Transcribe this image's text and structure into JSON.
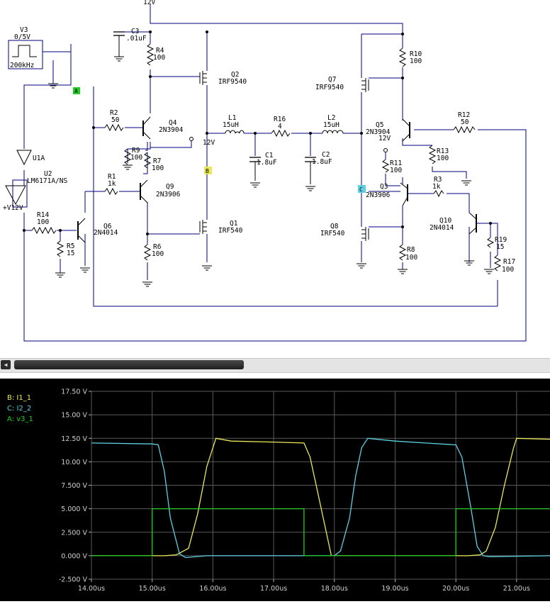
{
  "schematic": {
    "supply_label": "12V",
    "source": {
      "name": "V3",
      "levels": "0/5V",
      "freq": "200kHz"
    },
    "probes": [
      "A",
      "B",
      "C"
    ],
    "components": {
      "C3": {
        "name": "C3",
        "value": ".01uF"
      },
      "R4": {
        "name": "R4",
        "value": "100"
      },
      "Q2": {
        "name": "Q2",
        "part": "IRF9540"
      },
      "R2": {
        "name": "R2",
        "value": "50"
      },
      "Q4": {
        "name": "Q4",
        "part": "2N3904"
      },
      "R9": {
        "name": "R9",
        "value": "100"
      },
      "R7": {
        "name": "R7",
        "value": "100"
      },
      "R1": {
        "name": "R1",
        "value": "1k"
      },
      "Q9": {
        "name": "Q9",
        "part": "2N3906"
      },
      "U1A": {
        "name": "U1A"
      },
      "U2": {
        "name": "U2",
        "part": "LM6171A/NS"
      },
      "U2_supply": "+V12V",
      "R14": {
        "name": "R14",
        "value": "100"
      },
      "Q6": {
        "name": "Q6",
        "part": "2N4014"
      },
      "R5": {
        "name": "R5",
        "value": "15"
      },
      "R6": {
        "name": "R6",
        "value": "100"
      },
      "Q1": {
        "name": "Q1",
        "part": "IRF540"
      },
      "L1": {
        "name": "L1",
        "value": "15uH"
      },
      "R16": {
        "name": "R16",
        "value": "4"
      },
      "L2": {
        "name": "L2",
        "value": "15uH"
      },
      "C1": {
        "name": "C1",
        "value": "1.8uF"
      },
      "C2": {
        "name": "C2",
        "value": "1.8uF"
      },
      "Q7": {
        "name": "Q7",
        "part": "IRF9540"
      },
      "R10": {
        "name": "R10",
        "value": "100"
      },
      "Q5": {
        "name": "Q5",
        "part": "2N3904"
      },
      "R12": {
        "name": "R12",
        "value": "50"
      },
      "R13": {
        "name": "R13",
        "value": "100"
      },
      "R11": {
        "name": "R11",
        "value": "100"
      },
      "Q3": {
        "name": "Q3",
        "part": "2N3906"
      },
      "R3": {
        "name": "R3",
        "value": "1k"
      },
      "Q8": {
        "name": "Q8",
        "part": "IRF540"
      },
      "R8": {
        "name": "R8",
        "value": "100"
      },
      "Q10": {
        "name": "Q10",
        "part": "2N4014"
      },
      "R19": {
        "name": "R19",
        "value": "15"
      },
      "R17": {
        "name": "R17",
        "value": "100"
      }
    }
  },
  "colors": {
    "B": "#e8e85a",
    "C": "#5fd0e0",
    "A": "#22cc22",
    "grid": "#5a5a5a",
    "axis_text": "#d0d0d0",
    "wire": "#00007f"
  },
  "chart_data": {
    "type": "line",
    "title": "",
    "xlabel": "",
    "ylabel": "",
    "xlim": [
      14.0,
      21.55
    ],
    "ylim": [
      -2.5,
      17.5
    ],
    "grid": true,
    "legend_position": "top-left",
    "x_ticks": [
      "14.00us",
      "15.00us",
      "16.00us",
      "17.00us",
      "18.00us",
      "19.00us",
      "20.00us",
      "21.00us"
    ],
    "x_tick_values": [
      14,
      15,
      16,
      17,
      18,
      19,
      20,
      21
    ],
    "y_ticks": [
      "17.50 V",
      "15.00 V",
      "12.50 V",
      "10.00 V",
      "7.500 V",
      "5.000 V",
      "2.500 V",
      "0.000 V",
      "-2.500 V"
    ],
    "y_tick_values": [
      17.5,
      15,
      12.5,
      10,
      7.5,
      5,
      2.5,
      0,
      -2.5
    ],
    "series": [
      {
        "name": "B: I1_1",
        "key": "B",
        "x": [
          14.0,
          15.0,
          15.2,
          15.4,
          15.6,
          15.75,
          15.9,
          16.05,
          16.3,
          17.0,
          17.5,
          17.6,
          17.75,
          17.9,
          17.95,
          18.1,
          18.5,
          19.0,
          19.5,
          20.0,
          20.2,
          20.4,
          20.5,
          20.65,
          20.8,
          20.95,
          21.0,
          21.55
        ],
        "y": [
          0.0,
          0.0,
          0.0,
          0.1,
          0.8,
          4.5,
          9.5,
          12.5,
          12.2,
          12.1,
          12.0,
          10.5,
          6.0,
          1.5,
          0.0,
          0.0,
          0.0,
          0.0,
          0.0,
          0.0,
          0.0,
          0.1,
          0.5,
          3.0,
          7.5,
          11.5,
          12.5,
          12.4
        ]
      },
      {
        "name": "C: I2_2",
        "key": "C",
        "x": [
          14.0,
          15.0,
          15.1,
          15.2,
          15.3,
          15.45,
          15.55,
          15.9,
          17.0,
          17.5,
          17.8,
          18.0,
          18.1,
          18.25,
          18.35,
          18.45,
          18.55,
          19.0,
          19.5,
          20.0,
          20.1,
          20.25,
          20.35,
          20.45,
          20.55,
          21.55
        ],
        "y": [
          12.0,
          11.9,
          11.8,
          9.0,
          4.0,
          0.2,
          -0.2,
          0.0,
          0.0,
          0.0,
          0.0,
          0.0,
          0.5,
          4.0,
          8.5,
          11.5,
          12.5,
          12.2,
          12.0,
          11.8,
          10.5,
          5.0,
          1.0,
          0.0,
          -0.1,
          0.0
        ]
      },
      {
        "name": "A: v3_1",
        "key": "A",
        "x": [
          14.0,
          15.0,
          15.0,
          17.5,
          17.5,
          20.0,
          20.0,
          21.55
        ],
        "y": [
          0.0,
          0.0,
          5.0,
          5.0,
          0.0,
          0.0,
          5.0,
          5.0
        ]
      }
    ]
  }
}
